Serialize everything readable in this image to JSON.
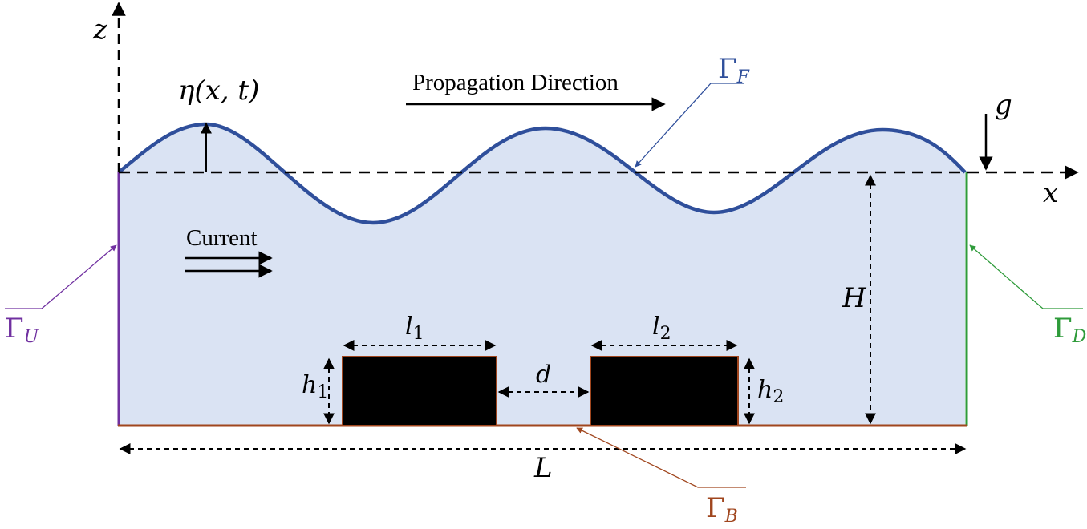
{
  "diagram": {
    "labels": {
      "z_axis": "z",
      "x_axis": "x",
      "eta": "η(x, t)",
      "propagation": "Propagation Direction",
      "current": "Current",
      "gamma_f": "Γ",
      "gamma_f_sub": "F",
      "gamma_u": "Γ",
      "gamma_u_sub": "U",
      "gamma_d": "Γ",
      "gamma_d_sub": "D",
      "gamma_b": "Γ",
      "gamma_b_sub": "B",
      "g": "g",
      "H": "H",
      "L": "L",
      "l1": "l",
      "l1_sub": "1",
      "l2": "l",
      "l2_sub": "2",
      "h1": "h",
      "h1_sub": "1",
      "h2": "h",
      "h2_sub": "2",
      "d": "d"
    },
    "colors": {
      "water": "#dae3f3",
      "free_surface": "#2f4f9b",
      "upstream": "#7030a0",
      "downstream": "#2e9b3a",
      "bottom": "#a0461e",
      "obstacle": "#000000",
      "axis": "#000000"
    }
  }
}
